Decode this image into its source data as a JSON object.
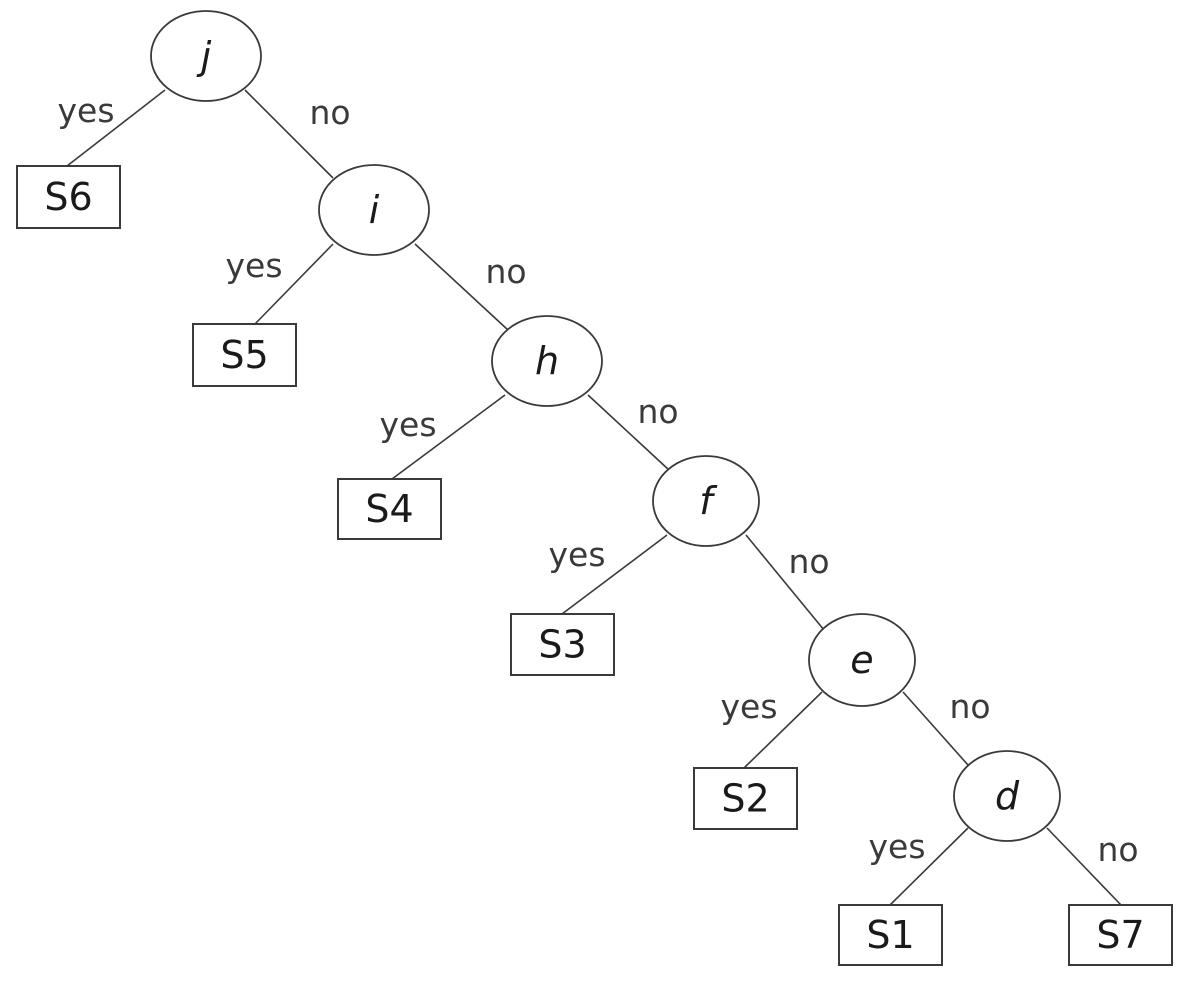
{
  "tree": {
    "decision_nodes": [
      {
        "id": "j",
        "label": "j",
        "yes": "S6",
        "no": "i"
      },
      {
        "id": "i",
        "label": "i",
        "yes": "S5",
        "no": "h"
      },
      {
        "id": "h",
        "label": "h",
        "yes": "S4",
        "no": "f"
      },
      {
        "id": "f",
        "label": "f",
        "yes": "S3",
        "no": "e"
      },
      {
        "id": "e",
        "label": "e",
        "yes": "S2",
        "no": "d"
      },
      {
        "id": "d",
        "label": "d",
        "yes": "S1",
        "no": "S7"
      }
    ],
    "leaves": [
      {
        "id": "S6",
        "label": "S6"
      },
      {
        "id": "S5",
        "label": "S5"
      },
      {
        "id": "S4",
        "label": "S4"
      },
      {
        "id": "S3",
        "label": "S3"
      },
      {
        "id": "S2",
        "label": "S2"
      },
      {
        "id": "S1",
        "label": "S1"
      },
      {
        "id": "S7",
        "label": "S7"
      }
    ],
    "branch_labels": {
      "yes": "yes",
      "no": "no"
    }
  }
}
